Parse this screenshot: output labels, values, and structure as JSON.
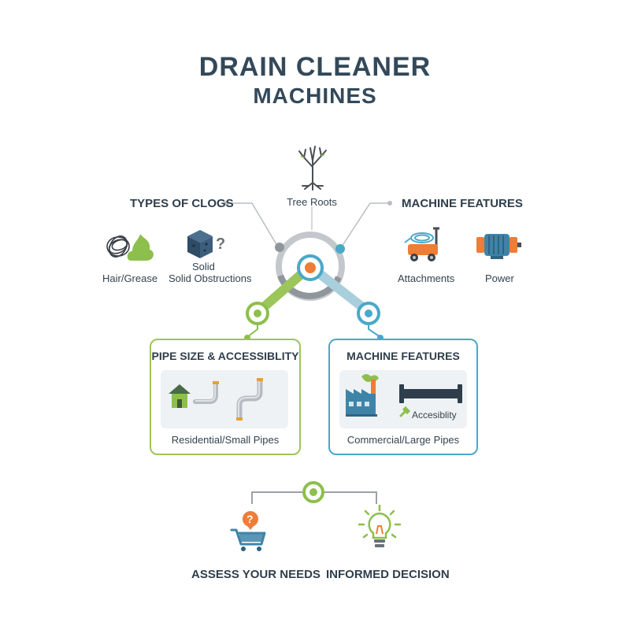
{
  "title": {
    "line1": "DRAIN CLEANER",
    "line2": "MACHINES"
  },
  "center": {
    "label": "Tree Roots"
  },
  "clogs": {
    "heading": "TYPES OF CLOGS",
    "items": [
      {
        "label": "Hair/Grease",
        "icon": "hair-grease-icon"
      },
      {
        "label_top": "Solid",
        "label": "Solid Obstructions",
        "icon": "solid-block-icon"
      }
    ]
  },
  "features_top": {
    "heading": "MACHINE FEATURES",
    "items": [
      {
        "label": "Attachments",
        "icon": "cart-machine-icon"
      },
      {
        "label": "Power",
        "icon": "motor-icon"
      }
    ]
  },
  "panel_left": {
    "heading": "PIPE SIZE & ACCESSIBLITY",
    "footer": "Residential/Small Pipes"
  },
  "panel_right": {
    "heading": "MACHINE FEATURES",
    "inner_label": "Accesiblity",
    "footer": "Commercial/Large Pipes"
  },
  "bottom": {
    "left": "ASSESS YOUR NEEDS",
    "right": "INFORMED DECISION"
  },
  "colors": {
    "green": "#8dbf4c",
    "blue": "#4aa8c8",
    "orange": "#ee7d37",
    "gray": "#9aa1a7",
    "navy": "#33495a"
  }
}
